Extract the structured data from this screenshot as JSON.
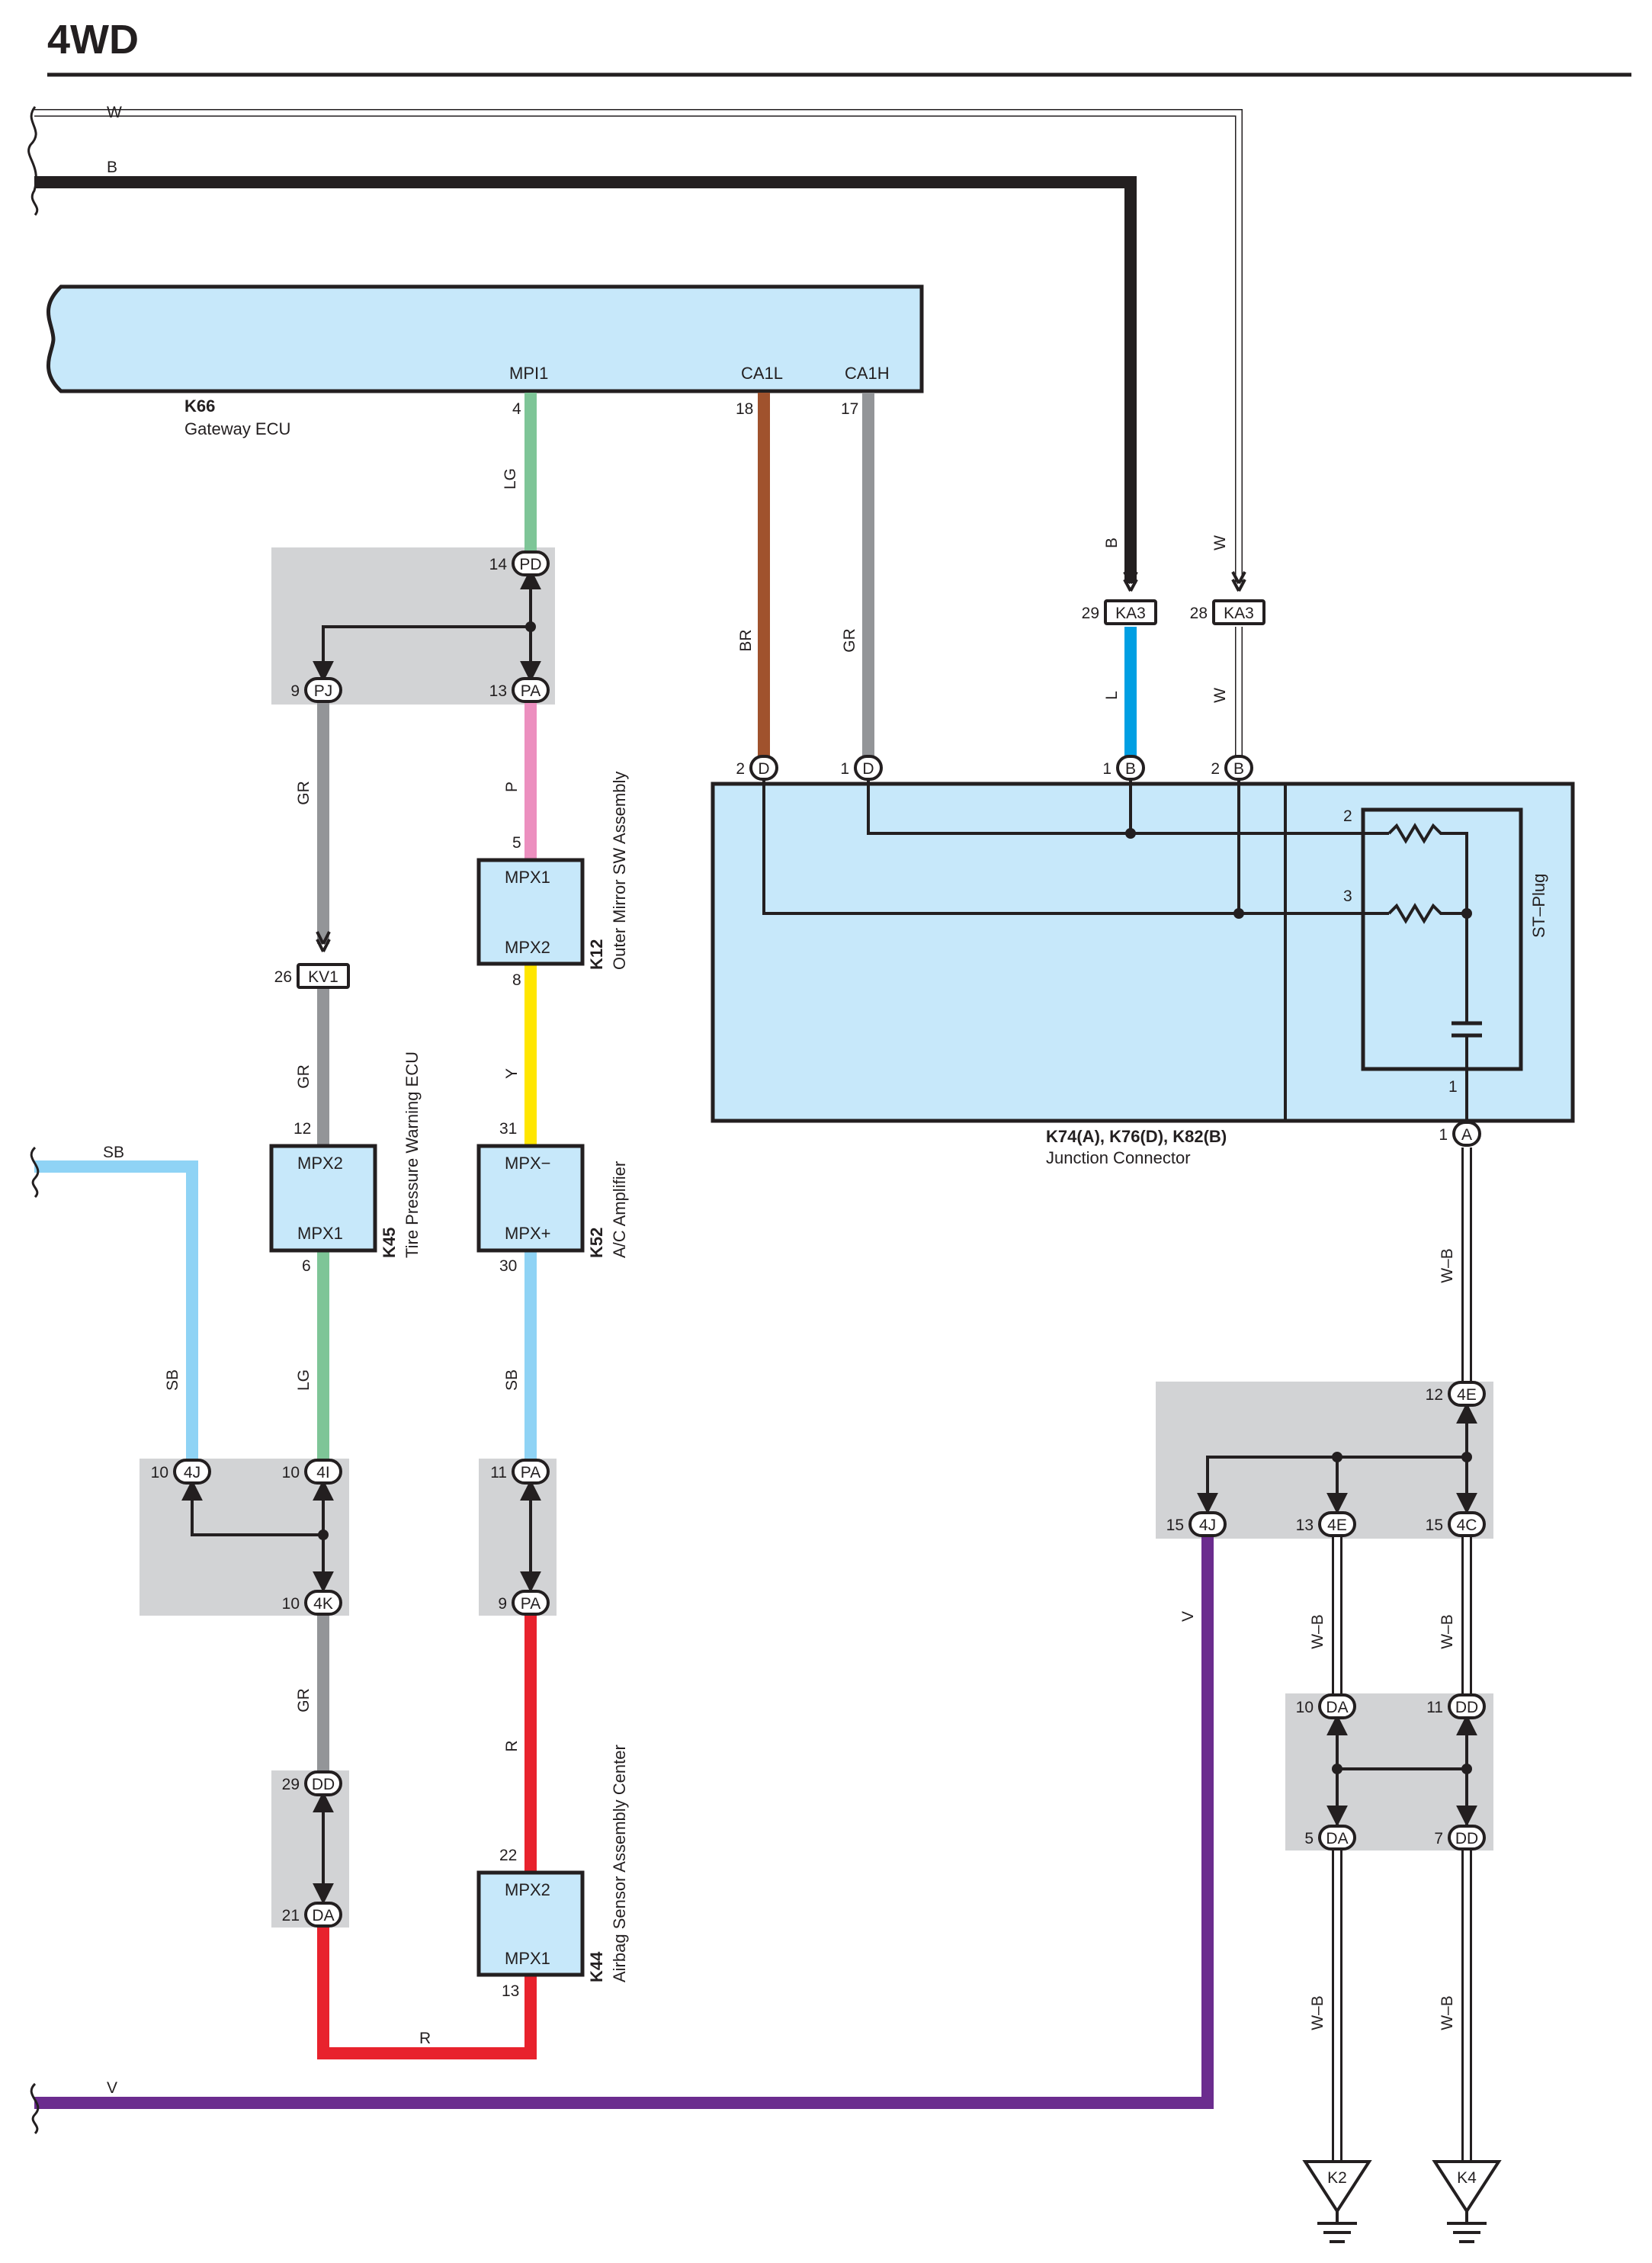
{
  "title": "4WD",
  "colors": {
    "LG": "#7ec597",
    "GR": "#939598",
    "BR": "#a0522d",
    "P": "#ec8fbf",
    "Y": "#ffe600",
    "SB": "#8fd3f5",
    "R": "#e8222d",
    "V": "#6b2c8e",
    "L": "#009fe3",
    "B": "#231f20",
    "W": "#ffffff",
    "box_fill": "#c7e8fa",
    "junction_fill": "#d2d3d5"
  },
  "wire_labels": {
    "top_w": "W",
    "top_b": "B",
    "lg1": "LG",
    "br": "BR",
    "gr_ca1h": "GR",
    "b_ka3": "B",
    "w_ka3": "W",
    "l": "L",
    "w_below": "W",
    "gr_pj": "GR",
    "p": "P",
    "gr_kv1": "GR",
    "y": "Y",
    "sb_left": "SB",
    "sb_left_v": "SB",
    "lg2": "LG",
    "sb_pa": "SB",
    "gr_4k": "GR",
    "r_v": "R",
    "r_h": "R",
    "v_h": "V",
    "v_v": "V",
    "wb1": "W–B",
    "wb2": "W–B",
    "wb3": "W–B",
    "wb4": "W–B",
    "wb5": "W–B"
  },
  "components": {
    "k66": {
      "id": "K66",
      "name": "Gateway ECU",
      "pins": {
        "mpi1": "MPI1",
        "ca1l": "CA1L",
        "ca1h": "CA1H"
      }
    },
    "k12": {
      "id": "K12",
      "name": "Outer Mirror SW Assembly",
      "top": "MPX1",
      "bottom": "MPX2"
    },
    "k45": {
      "id": "K45",
      "name": "Tire Pressure Warning ECU",
      "top": "MPX2",
      "bottom": "MPX1"
    },
    "k52": {
      "id": "K52",
      "name": "A/C Amplifier",
      "top": "MPX−",
      "bottom": "MPX+"
    },
    "k44": {
      "id": "K44",
      "name": "Airbag Sensor Assembly Center",
      "top": "MPX2",
      "bottom": "MPX1"
    },
    "jc": {
      "id": "K74(A), K76(D), K82(B)",
      "name": "Junction Connector",
      "stplug": "ST–Plug"
    }
  },
  "connectors": {
    "pd": "PD",
    "pj": "PJ",
    "pa1": "PA",
    "kv1": "KV1",
    "ka3a": "KA3",
    "ka3b": "KA3",
    "d1": "D",
    "d2": "D",
    "b1": "B",
    "b2": "B",
    "a": "A",
    "4j_left": "4J",
    "4i": "4I",
    "4k": "4K",
    "pa2": "PA",
    "pa3": "PA",
    "dd_left": "DD",
    "da_left": "DA",
    "4e_top": "4E",
    "4j_right": "4J",
    "4e_bot": "4E",
    "4c": "4C",
    "da1": "DA",
    "dd1": "DD",
    "da2": "DA",
    "dd2": "DD",
    "k2": "K2",
    "k4": "K4"
  },
  "pins": {
    "k66_mpi1": "4",
    "k66_ca1l": "18",
    "k66_ca1h": "17",
    "pd": "14",
    "pj": "9",
    "pa1": "13",
    "k12_top": "5",
    "k12_bot": "8",
    "kv1": "26",
    "k45_top": "12",
    "k45_bot": "6",
    "k52_top": "31",
    "k52_bot": "30",
    "4j_left": "10",
    "4i": "10",
    "4k": "10",
    "pa2": "11",
    "pa3": "9",
    "dd_left": "29",
    "da_left": "21",
    "k44_top": "22",
    "k44_bot": "13",
    "ka3a": "29",
    "ka3b": "28",
    "d1": "2",
    "d2": "1",
    "b1": "1",
    "b2": "2",
    "st2": "2",
    "st3": "3",
    "st1": "1",
    "a": "1",
    "4e_top": "12",
    "4j_right": "15",
    "4e_bot": "13",
    "4c": "15",
    "da1": "10",
    "dd1": "11",
    "da2": "5",
    "dd2": "7"
  }
}
